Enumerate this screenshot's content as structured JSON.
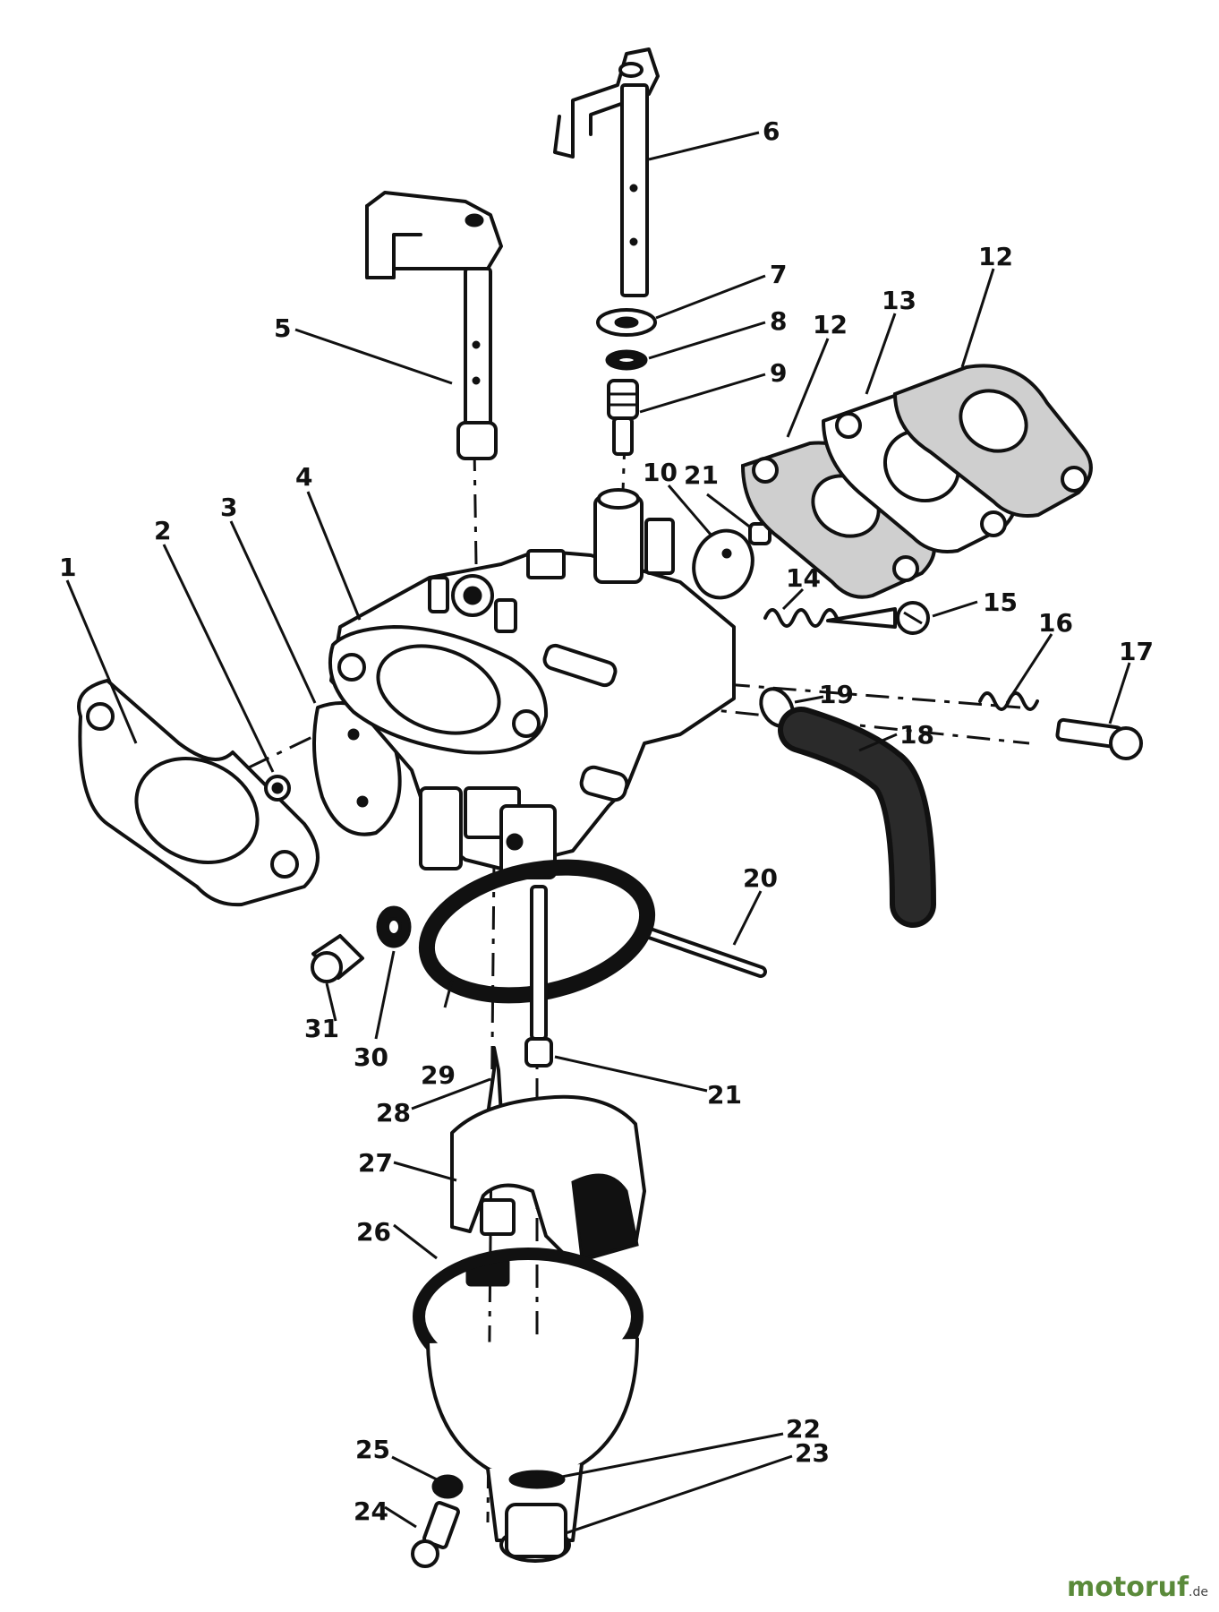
{
  "callouts": {
    "c1": "1",
    "c2": "2",
    "c3": "3",
    "c4": "4",
    "c5": "5",
    "c6": "6",
    "c7": "7",
    "c8": "8",
    "c9": "9",
    "c10": "10",
    "c12a": "12",
    "c12b": "12",
    "c13": "13",
    "c14": "14",
    "c15": "15",
    "c16": "16",
    "c17": "17",
    "c18": "18",
    "c19": "19",
    "c20": "20",
    "c21a": "21",
    "c21b": "21",
    "c22": "22",
    "c23": "23",
    "c24": "24",
    "c25": "25",
    "c26": "26",
    "c27": "27",
    "c28": "28",
    "c29": "29",
    "c30": "30",
    "c31": "31"
  },
  "watermark": {
    "main": "motoruf",
    "tld": ".de"
  }
}
